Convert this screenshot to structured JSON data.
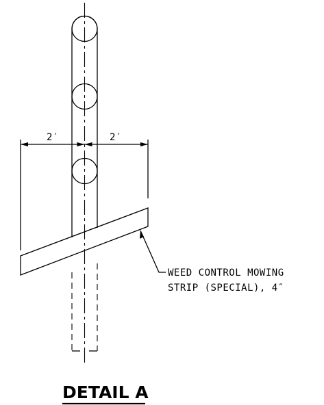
{
  "diagram": {
    "dimension_left": "2′",
    "dimension_right": "2′",
    "callout_line_1": "WEED CONTROL MOWING",
    "callout_line_2": "STRIP (SPECIAL), 4″",
    "title": "DETAIL A"
  }
}
